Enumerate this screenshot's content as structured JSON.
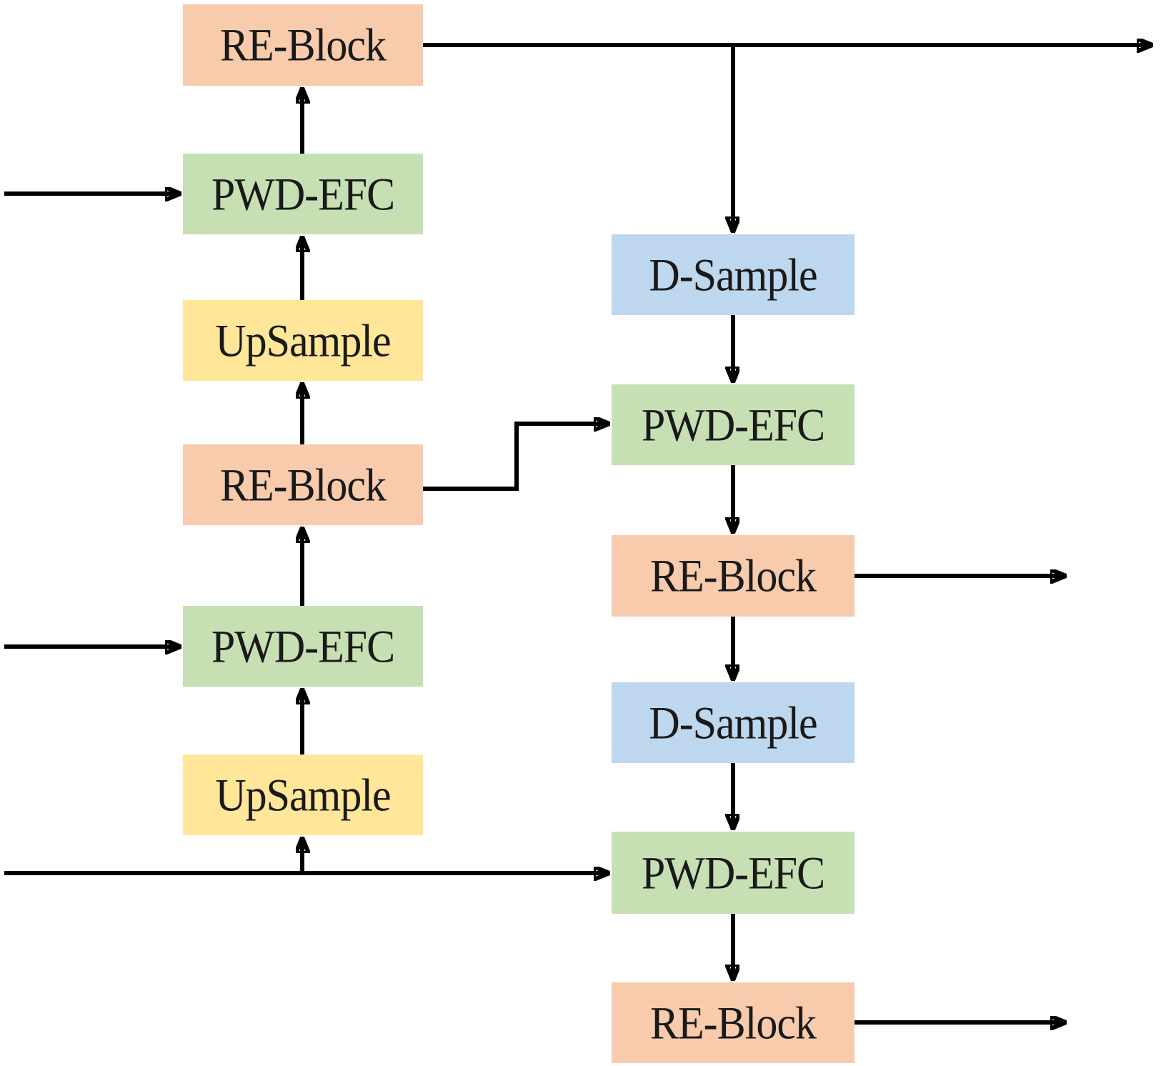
{
  "palette": {
    "re_block_fill": "#F8CBAD",
    "pwd_efc_fill": "#C6E0B4",
    "upsample_fill": "#FFE699",
    "d_sample_fill": "#BDD7EE",
    "arrow_color": "#000000",
    "text_color": "#1a1a1a",
    "background": "#ffffff"
  },
  "left_column": {
    "blocks": [
      {
        "label": "RE-Block",
        "type": "re-block"
      },
      {
        "label": "PWD-EFC",
        "type": "pwd-efc"
      },
      {
        "label": "UpSample",
        "type": "upsample"
      },
      {
        "label": "RE-Block",
        "type": "re-block"
      },
      {
        "label": "PWD-EFC",
        "type": "pwd-efc"
      },
      {
        "label": "UpSample",
        "type": "upsample"
      }
    ]
  },
  "right_column": {
    "blocks": [
      {
        "label": "D-Sample",
        "type": "d-sample"
      },
      {
        "label": "PWD-EFC",
        "type": "pwd-efc"
      },
      {
        "label": "RE-Block",
        "type": "re-block"
      },
      {
        "label": "D-Sample",
        "type": "d-sample"
      },
      {
        "label": "PWD-EFC",
        "type": "pwd-efc"
      },
      {
        "label": "RE-Block",
        "type": "re-block"
      }
    ]
  }
}
